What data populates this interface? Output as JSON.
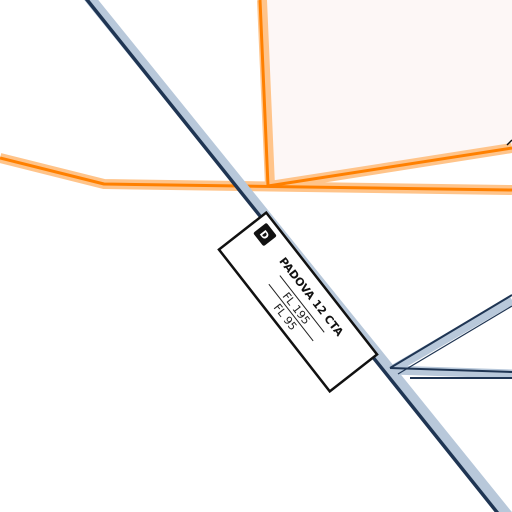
{
  "map": {
    "colors": {
      "background": "#ffffff",
      "orange_boundary": "#ff8000",
      "orange_halo": "#ffc48a",
      "area_fill": "#fdf7f6",
      "airway_dark": "#1f3553",
      "airway_halo": "#b8c8da",
      "label_border": "#111111",
      "class_badge": "#111111"
    },
    "airspace_label": {
      "airspace_class": "D",
      "name": "PADOVA 12 CTA",
      "upper_limit": "FL 195",
      "lower_limit": "FL 95"
    }
  }
}
